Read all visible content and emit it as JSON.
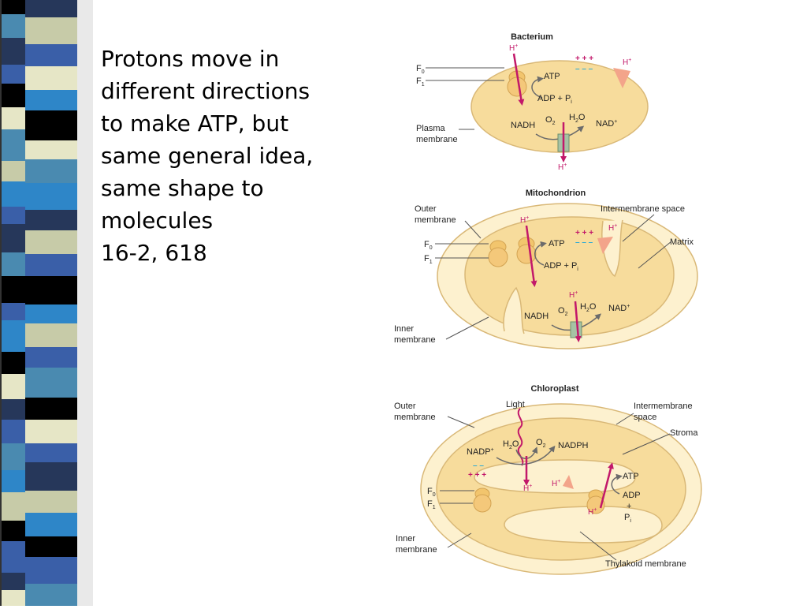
{
  "slide": {
    "text_lines": [
      "Protons move in",
      "different directions",
      "to make ATP, but",
      "same general idea,",
      "same shape to",
      "molecules",
      "16-2, 618"
    ]
  },
  "colors": {
    "fill": "#f7dc9c",
    "rim": "#fdf1cf",
    "edge": "#d9b877",
    "proton": "#c2186a",
    "gradient_wedge": "#f3a48a",
    "charge_minus": "#2aa9d6",
    "stripe_palette": [
      "#000000",
      "#26375a",
      "#3a5fa8",
      "#2e86c8",
      "#4a8ab0",
      "#c7cba8",
      "#e6e6c6"
    ]
  },
  "bacterium": {
    "title": "Bacterium",
    "f0": "F",
    "f0_sub": "0",
    "f1": "F",
    "f1_sub": "1",
    "plasma": "Plasma",
    "membrane": "membrane",
    "h": "H",
    "plus": "+",
    "atp": "ATP",
    "adp": "ADP + P",
    "adp_sub": "i",
    "nadh": "NADH",
    "o2": "O",
    "o2_sub": "2",
    "h2o_h": "H",
    "h2o_sub": "2",
    "h2o_o": "O",
    "nad": "NAD",
    "plus_charges": "+ + +",
    "minus_charges": "– – –"
  },
  "mitochondrion": {
    "title": "Mitochondrion",
    "outer": "Outer",
    "outer_membrane": "membrane",
    "intermembrane": "Intermembrane space",
    "matrix": "Matrix",
    "f0": "F",
    "f0_sub": "0",
    "f1": "F",
    "f1_sub": "1",
    "h": "H",
    "plus": "+",
    "atp": "ATP",
    "adp": "ADP + P",
    "adp_sub": "i",
    "nadh": "NADH",
    "o2": "O",
    "o2_sub": "2",
    "h2o_h": "H",
    "h2o_sub": "2",
    "h2o_o": "O",
    "nad": "NAD",
    "plus_charges": "+ + +",
    "minus_charges": "– – –",
    "inner": "Inner",
    "inner_membrane": "membrane"
  },
  "chloroplast": {
    "title": "Chloroplast",
    "outer": "Outer",
    "outer_membrane": "membrane",
    "light": "Light",
    "intermembrane": "Intermembrane",
    "space": "space",
    "stroma": "Stroma",
    "h2o_h": "H",
    "h2o_sub": "2",
    "h2o_o": "O",
    "o2": "O",
    "o2_sub": "2",
    "nadp": "NADP",
    "nadph": "NADPH",
    "h": "H",
    "plus": "+",
    "atp": "ATP",
    "adp": "ADP",
    "pi": "P",
    "pi_sub": "i",
    "f0": "F",
    "f0_sub": "0",
    "f1": "F",
    "f1_sub": "1",
    "plus_charges": "+ + +",
    "minus_charges": "– –",
    "inner": "Inner",
    "inner_membrane": "membrane",
    "thylakoid": "Thylakoid membrane"
  }
}
